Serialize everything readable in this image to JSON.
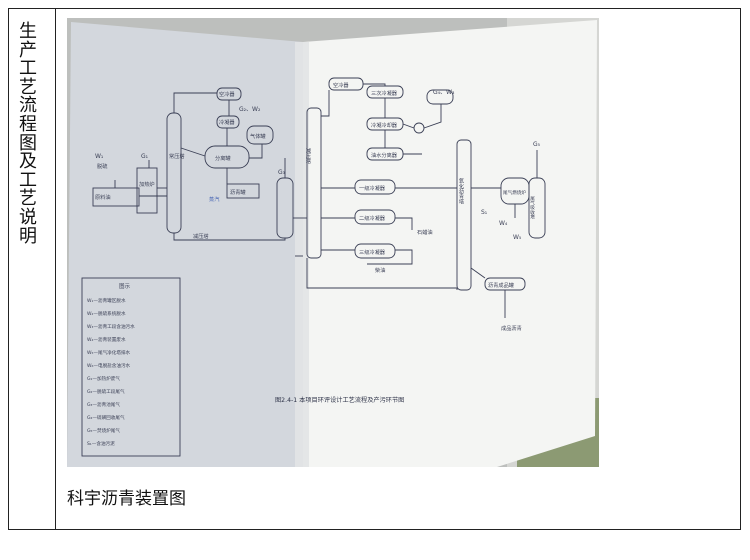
{
  "side_title": "生产工艺流程图及工艺说明",
  "caption": "科宇沥青装置图",
  "photo": {
    "figure_caption": "图2.4-1 本项目环评设计工艺流程及产污环节图",
    "legend_title": "图示",
    "legend_items": [
      "W₁—沥青罐区脱水",
      "W₂—脱硫系统脱水",
      "W₃—沥青工段含油污水",
      "W₄—沥青装置废水",
      "W₅—尾气净化塔排水",
      "W₆—电脱盐含油污水",
      "G₁—加热炉废气",
      "G₂—脱硫工段尾气",
      "G₃—沥青池尾气",
      "G₄—硫磺回收尾气",
      "G₅—焚烧炉尾气",
      "S₁—含油污泥"
    ],
    "left_labels": {
      "rel_box": "原料油",
      "furnace": "加热炉",
      "column": "常压塔",
      "kong": "空冷器",
      "cool": "冷凝器",
      "sep": "分离罐",
      "gas_tank": "气体罐",
      "asphalt": "沥青罐",
      "g1": "G₁",
      "w1": "W₁",
      "g2w2": "G₂、W₂",
      "g3": "G₃",
      "notes_left": "脱硫",
      "notes_bottom": "减压塔",
      "steam": "蒸汽"
    },
    "right_labels": {
      "top_box": "空冷器",
      "box2": "三次冷凝器",
      "box3": "冷凝冷却器",
      "box4": "油水分离器",
      "box5": "一级冷凝器",
      "box6": "二级冷凝器",
      "box7": "三级冷凝器",
      "side_col": "减压塔",
      "right_col": "氧化沥青塔",
      "tank_a": "尾气燃烧炉",
      "tank_b": "尾气吸收塔",
      "bottom_box": "沥青成品罐",
      "g4w3": "G₄、W₃",
      "g5": "G₅",
      "w4": "W₄",
      "w5": "W₅",
      "s1": "S₁",
      "product1": "成品沥青",
      "product2": "石蜡油",
      "product3": "柴油"
    },
    "colors": {
      "background": "#cfd0cf",
      "left_page": "#d3d7dd",
      "right_page": "#f4f5f3",
      "ink": "#3a3f55",
      "accent_blue": "#4a67b5"
    }
  }
}
